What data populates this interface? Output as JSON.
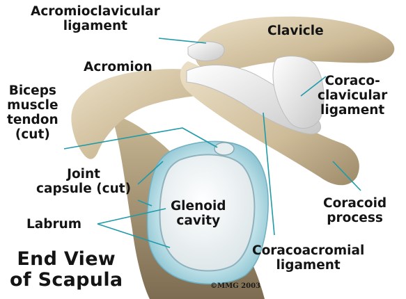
{
  "labels": {
    "acromioclavicular": [
      "Acromioclavicular",
      "ligament"
    ],
    "clavicle": "Clavicle",
    "acromion": "Acromion",
    "biceps": [
      "Biceps",
      "muscle",
      "tendon",
      "(cut)"
    ],
    "coracoclavicular": [
      "Coraco-",
      "clavicular",
      "ligament"
    ],
    "joint_capsule": [
      "Joint",
      "capsule (cut)"
    ],
    "labrum": "Labrum",
    "glenoid": [
      "Glenoid",
      "cavity"
    ],
    "coracoid": [
      "Coracoid",
      "process"
    ],
    "coracoacromial": [
      "Coracoacromial",
      "ligament"
    ]
  },
  "title": [
    "End View",
    "of Scapula"
  ],
  "copyright": "©MMG 2003",
  "colors": {
    "bone": "#d6c7a8",
    "ligament": "#eeeeee",
    "capsule": "#9fd0dc",
    "leader": "#1f9aa8"
  }
}
